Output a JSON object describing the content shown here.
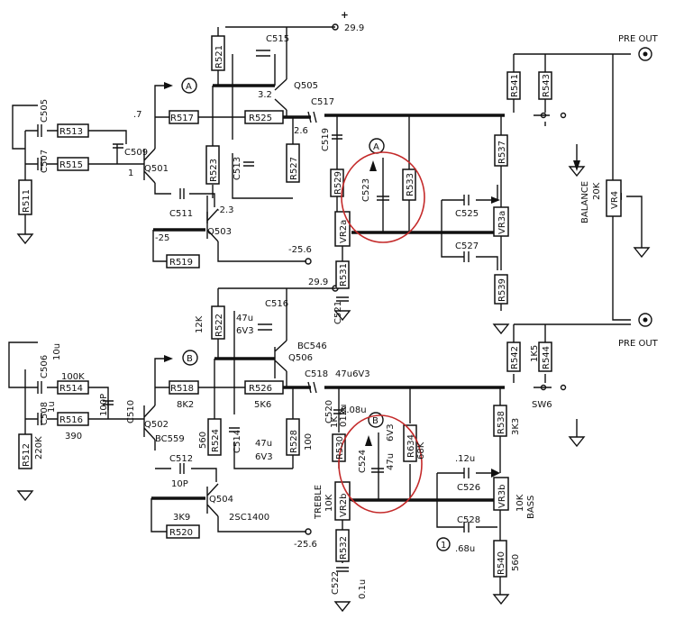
{
  "supply": {
    "top_plus": "+",
    "top_voltage": "29.9",
    "mid_voltage": "29.9",
    "neg_top": "-25.6",
    "neg_bottom": "-25.6",
    "node_25": "-25"
  },
  "outputs": {
    "pre_out_top": "PRE OUT",
    "pre_out_bottom": "PRE OUT"
  },
  "controls": {
    "balance_label": "BALANCE",
    "balance_value": "20K",
    "treble_label": "TREBLE",
    "treble_value": "10K",
    "bass_label": "BASS",
    "bass_value": "10K",
    "switch": "SW6"
  },
  "markers": {
    "a": "A",
    "b": "B",
    "one": "1"
  },
  "resistors": {
    "r511": "R511",
    "r512": "R512",
    "r513": "R513",
    "r514": "R514",
    "r515": "R515",
    "r516": "R516",
    "r517": "R517",
    "r518": "R518",
    "r519": "R519",
    "r520": "R520",
    "r521": "R521",
    "r522": "R522",
    "r523": "R523",
    "r524": "R524",
    "r525": "R525",
    "r526": "R526",
    "r527": "R527",
    "r528": "R528",
    "r529": "R529",
    "r530": "R530",
    "r531": "R531",
    "r532": "R532",
    "r533": "R533",
    "r534": "R634",
    "r537": "R537",
    "r538": "R538",
    "r539": "R539",
    "r540": "R540",
    "r541": "R541",
    "r542": "R542",
    "r543": "R543",
    "r544": "R544"
  },
  "pots": {
    "vr2a": "VR2a",
    "vr2b": "VR2b",
    "vr3a": "VR3a",
    "vr3b": "VR3b",
    "vr4": "VR4"
  },
  "capacitors": {
    "c505": "C505",
    "c506": "C506",
    "c507": "C507",
    "c508": "C508",
    "c509": "C509",
    "c510": "C510",
    "c511": "C511",
    "c512": "C512",
    "c513": "C513",
    "c514": "C514",
    "c515": "C515",
    "c516": "C516",
    "c517": "C517",
    "c518": "C518",
    "c519": "C519",
    "c520": "C520",
    "c521": "C521",
    "c522": "C522",
    "c523": "C523",
    "c524": "C524",
    "c525": "C525",
    "c526": "C526",
    "c527": "C527",
    "c528": "C528"
  },
  "transistors": {
    "q501": "Q501",
    "q502": "Q502",
    "q503": "Q503",
    "q504": "Q504",
    "q505": "Q505",
    "q506": "Q506",
    "bc559": "BC559",
    "bc546": "BC546",
    "c1400": "2SC1400"
  },
  "values": {
    "v_100k": "100K",
    "v_220k": "220K",
    "v_390": "390",
    "v_100p": "100P",
    "v_8k2": "8K2",
    "v_12k": "12K",
    "v_5k6": "5K6",
    "v_560": "560",
    "v_10p": "10P",
    "v_3k9": "3K9",
    "v_47u": "47u",
    "v_6v3": "6V3",
    "v_47u6v3": "47u6V3",
    "v_100": "100",
    "v_1k": "1K",
    "v_68k": "68K",
    "v_012u": "012u",
    "v_01u": "0.1u",
    "v_12u": ".12u",
    "v_68u": ".68u",
    "v_3k3": "3K3",
    "v_1k5": "1K5",
    "v_560b": "560",
    "v_10u": "10u",
    "v_1u": "1u",
    "v_008u": "0.08u"
  },
  "node_voltages": {
    "n7": ".7",
    "n32": "3.2",
    "n26": "2.6",
    "n23": "-2.3",
    "n1": "1"
  }
}
